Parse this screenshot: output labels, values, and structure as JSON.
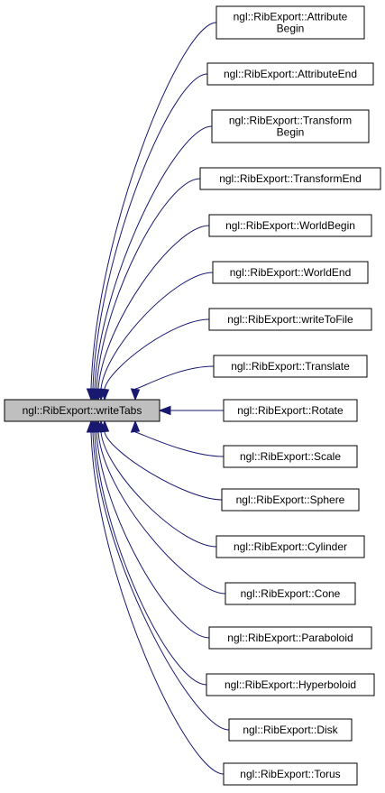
{
  "graph": {
    "root": {
      "label": "ngl::RibExport::writeTabs"
    },
    "callers": [
      {
        "label_lines": [
          "ngl::RibExport::Attribute",
          "Begin"
        ]
      },
      {
        "label_lines": [
          "ngl::RibExport::AttributeEnd"
        ]
      },
      {
        "label_lines": [
          "ngl::RibExport::Transform",
          "Begin"
        ]
      },
      {
        "label_lines": [
          "ngl::RibExport::TransformEnd"
        ]
      },
      {
        "label_lines": [
          "ngl::RibExport::WorldBegin"
        ]
      },
      {
        "label_lines": [
          "ngl::RibExport::WorldEnd"
        ]
      },
      {
        "label_lines": [
          "ngl::RibExport::writeToFile"
        ]
      },
      {
        "label_lines": [
          "ngl::RibExport::Translate"
        ]
      },
      {
        "label_lines": [
          "ngl::RibExport::Rotate"
        ]
      },
      {
        "label_lines": [
          "ngl::RibExport::Scale"
        ]
      },
      {
        "label_lines": [
          "ngl::RibExport::Sphere"
        ]
      },
      {
        "label_lines": [
          "ngl::RibExport::Cylinder"
        ]
      },
      {
        "label_lines": [
          "ngl::RibExport::Cone"
        ]
      },
      {
        "label_lines": [
          "ngl::RibExport::Paraboloid"
        ]
      },
      {
        "label_lines": [
          "ngl::RibExport::Hyperboloid"
        ]
      },
      {
        "label_lines": [
          "ngl::RibExport::Disk"
        ]
      },
      {
        "label_lines": [
          "ngl::RibExport::Torus"
        ]
      }
    ],
    "colors": {
      "edge": "#191970",
      "root_fill": "#bfbfbf",
      "node_fill": "#ffffff",
      "border": "#000000"
    }
  }
}
